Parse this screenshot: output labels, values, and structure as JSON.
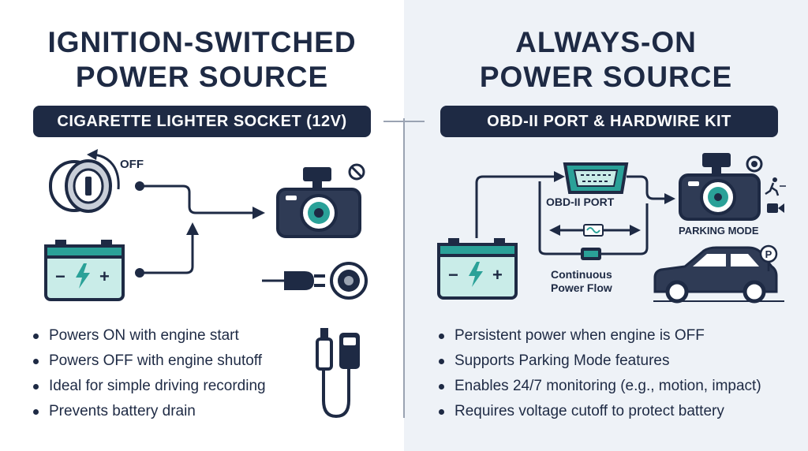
{
  "left": {
    "title_line1": "IGNITION-SWITCHED",
    "title_line2": "POWER SOURCE",
    "pill": "CIGARETTE LIGHTER SOCKET (12V)",
    "off_label": "OFF",
    "bullets": [
      "Powers ON with engine start",
      "Powers OFF with engine shutoff",
      "Ideal for simple driving recording",
      "Prevents battery drain"
    ]
  },
  "right": {
    "title_line1": "ALWAYS-ON",
    "title_line2": "POWER SOURCE",
    "pill": "OBD-II PORT & HARDWIRE KIT",
    "obd_label": "OBD-II PORT",
    "flow_label_line1": "Continuous",
    "flow_label_line2": "Power Flow",
    "parking_label": "PARKING MODE",
    "parking_sign": "P",
    "bullets": [
      {
        "main": "Persistent power when engine is OFF",
        "extra": ""
      },
      {
        "main": "Supports Parking Mode features",
        "extra": ""
      },
      {
        "main": "Enables 24/7 monitoring",
        "extra": " (e.g., motion, impact)"
      },
      {
        "main": "Requires voltage cutoff to protect battery",
        "extra": ""
      }
    ]
  },
  "colors": {
    "navy": "#1e2a44",
    "teal": "#2aa198",
    "teal_light": "#c9ece8",
    "gray": "#9aa3b2",
    "right_bg": "#eef2f7"
  }
}
